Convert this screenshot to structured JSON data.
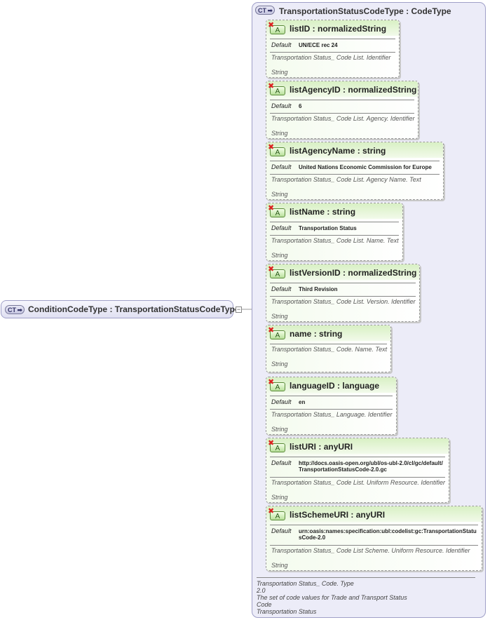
{
  "root": {
    "badge": "CT",
    "name": "ConditionCodeType",
    "type": "TransportationStatusCodeType"
  },
  "container": {
    "badge": "CT",
    "name": "TransportationStatusCodeType",
    "type": "CodeType"
  },
  "attribute_badge": "A",
  "default_label": "Default",
  "attributes": [
    {
      "name": "listID",
      "type": "normalizedString",
      "default": "UN/ECE rec 24",
      "description": "Transportation Status_ Code List. Identifier",
      "datatype": "String"
    },
    {
      "name": "listAgencyID",
      "type": "normalizedString",
      "default": "6",
      "description": "Transportation Status_ Code List. Agency. Identifier",
      "datatype": "String"
    },
    {
      "name": "listAgencyName",
      "type": "string",
      "default": "United Nations Economic Commission for Europe",
      "description": "Transportation Status_ Code List. Agency Name. Text",
      "datatype": "String"
    },
    {
      "name": "listName",
      "type": "string",
      "default": "Transportation Status",
      "description": "Transportation Status_ Code List. Name. Text",
      "datatype": "String"
    },
    {
      "name": "listVersionID",
      "type": "normalizedString",
      "default": "Third Revision",
      "description": "Transportation Status_ Code List. Version. Identifier",
      "datatype": "String"
    },
    {
      "name": "name",
      "type": "string",
      "default": "",
      "description": "Transportation Status_ Code. Name. Text",
      "datatype": "String"
    },
    {
      "name": "languageID",
      "type": "language",
      "default": "en",
      "description": "Transportation Status_ Language. Identifier",
      "datatype": "String"
    },
    {
      "name": "listURI",
      "type": "anyURI",
      "default": "http://docs.oasis-open.org/ubl/os-ubl-2.0/cl/gc/default/TransportationStatusCode-2.0.gc",
      "description": "Transportation Status_ Code List. Uniform Resource. Identifier",
      "datatype": "String"
    },
    {
      "name": "listSchemeURI",
      "type": "anyURI",
      "default": "urn:oasis:names:specification:ubl:codelist:gc:TransportationStatusCode-2.0",
      "description": "Transportation Status_ Code List Scheme. Uniform Resource. Identifier",
      "datatype": "String"
    }
  ],
  "footer": {
    "lines": [
      "Transportation Status_ Code. Type",
      "2.0",
      "The set of code values for Trade and Transport Status",
      "Code",
      "Transportation Status"
    ]
  }
}
